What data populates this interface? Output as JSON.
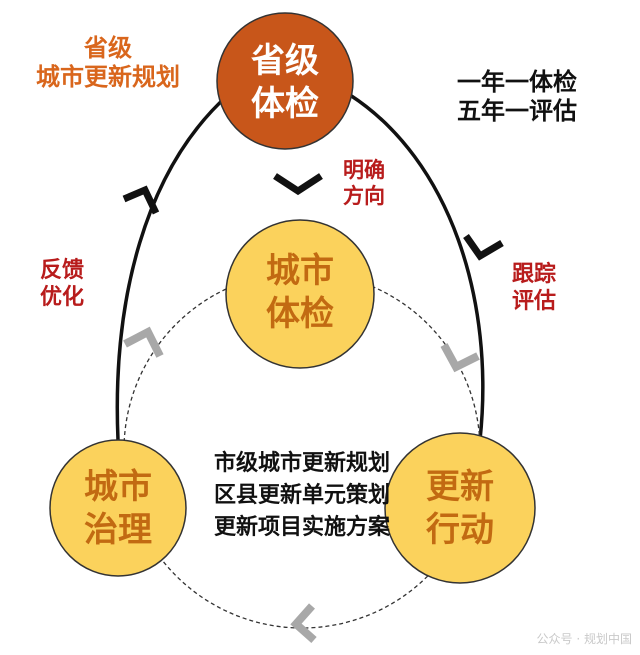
{
  "colors": {
    "orange_dark": "#c8561a",
    "orange_label": "#d9661c",
    "yellow": "#fbd25c",
    "red_label": "#b81c1c",
    "black": "#111111",
    "gray_arrow": "#a8a8a8"
  },
  "nodes": {
    "provincial_check": {
      "line1": "省级",
      "line2": "体检"
    },
    "city_check": {
      "line1": "城市",
      "line2": "体检"
    },
    "city_governance": {
      "line1": "城市",
      "line2": "治理"
    },
    "renewal_action": {
      "line1": "更新",
      "line2": "行动"
    }
  },
  "labels": {
    "provincial_plan": {
      "line1": "省级",
      "line2": "城市更新规划"
    },
    "cycle": {
      "line1": "一年一体检",
      "line2": "五年一评估"
    },
    "clarify_direction": {
      "line1": "明确",
      "line2": "方向"
    },
    "tracking_eval": {
      "line1": "跟踪",
      "line2": "评估"
    },
    "feedback_opt": {
      "line1": "反馈",
      "line2": "优化"
    }
  },
  "center_list": [
    "市级城市更新规划",
    "区县更新单元策划",
    "更新项目实施方案"
  ],
  "watermark": "公众号 · 规划中国"
}
